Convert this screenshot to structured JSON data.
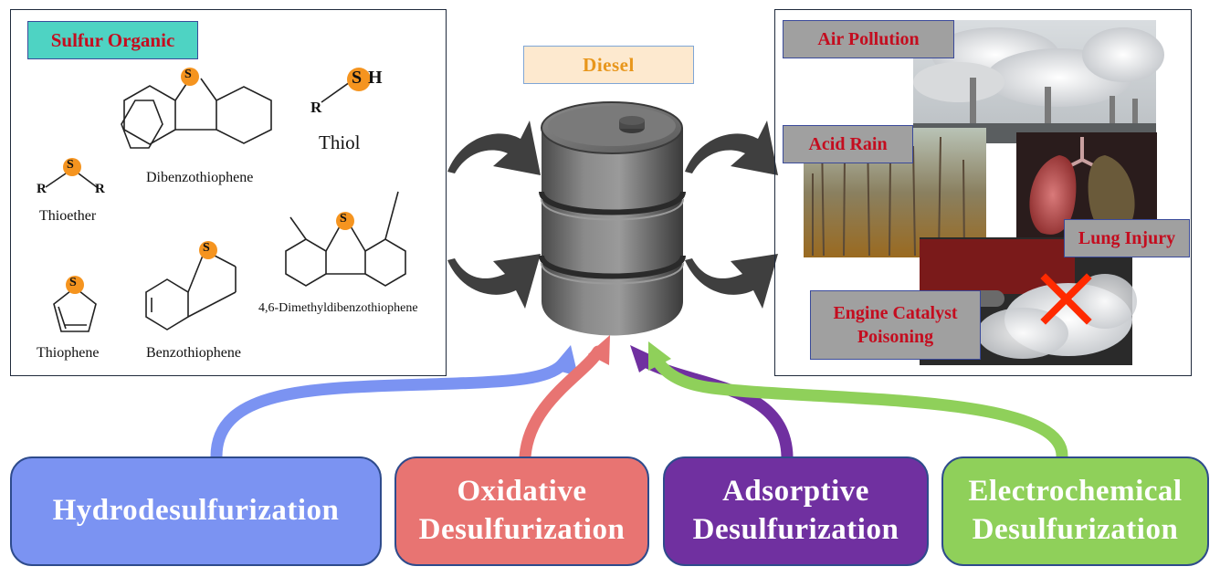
{
  "sulfur_panel": {
    "title": "Sulfur Organic",
    "molecules": {
      "dibenzothiophene": "Dibenzothiophene",
      "thiol": "Thiol",
      "thioether": "Thioether",
      "thiophene": "Thiophene",
      "benzothiophene": "Benzothiophene",
      "dmdbt": "4,6-Dimethyldibenzothiophene"
    },
    "atoms": {
      "sulfur": "S",
      "hydrogen": "H",
      "r_group": "R"
    }
  },
  "center": {
    "title": "Diesel"
  },
  "effects_panel": {
    "air_pollution": "Air Pollution",
    "acid_rain": "Acid Rain",
    "lung_injury": "Lung Injury",
    "engine_line1": "Engine Catalyst",
    "engine_line2": "Poisoning"
  },
  "methods": [
    {
      "line1": "Hydrodesulfurization",
      "line2": "",
      "color": "#7b93f2"
    },
    {
      "line1": "Oxidative",
      "line2": "Desulfurization",
      "color": "#e87472"
    },
    {
      "line1": "Adsorptive",
      "line2": "Desulfurization",
      "color": "#7030a0"
    },
    {
      "line1": "Electrochemical",
      "line2": "Desulfurization",
      "color": "#8fd05a"
    }
  ],
  "colors": {
    "sulfur_atom": "#f5941f",
    "barrel": "#6a6a6a",
    "curved_arrows": "#3f3f3f",
    "effect_label_text": "#c40d1f",
    "cross_mark": "#ff2a00"
  },
  "icons": [
    "oil-barrel-icon",
    "curved-arrow-icon",
    "cross-mark-icon",
    "lungs-icon",
    "smokestack-icon",
    "car-exhaust-icon"
  ]
}
